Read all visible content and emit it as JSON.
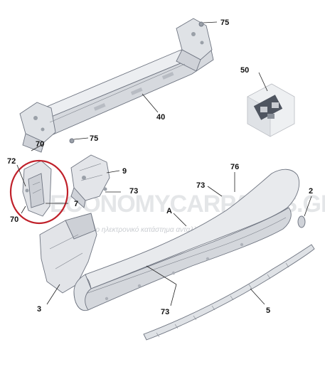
{
  "callouts": {
    "c75_top": "75",
    "c40": "40",
    "c50": "50",
    "c75_mid": "75",
    "c70_top": "70",
    "c72": "72",
    "c9": "9",
    "c73_mid": "73",
    "c76": "76",
    "c73_right": "73",
    "c2": "2",
    "cA": "A",
    "c7": "7",
    "c70_bottom": "70",
    "c3": "3",
    "c73_bottom": "73",
    "c5": "5"
  },
  "watermark": {
    "main": "ECONOMYCARPARTS.GR",
    "sub": "το μεγαλύτερο ηλεκτρονικό κατάστημα ανταλλακτικών"
  },
  "colors": {
    "part_fill": "#e4e6ea",
    "part_shade": "#c9ccd2",
    "highlight_circle": "#c0202a",
    "callout_text": "#111111"
  }
}
